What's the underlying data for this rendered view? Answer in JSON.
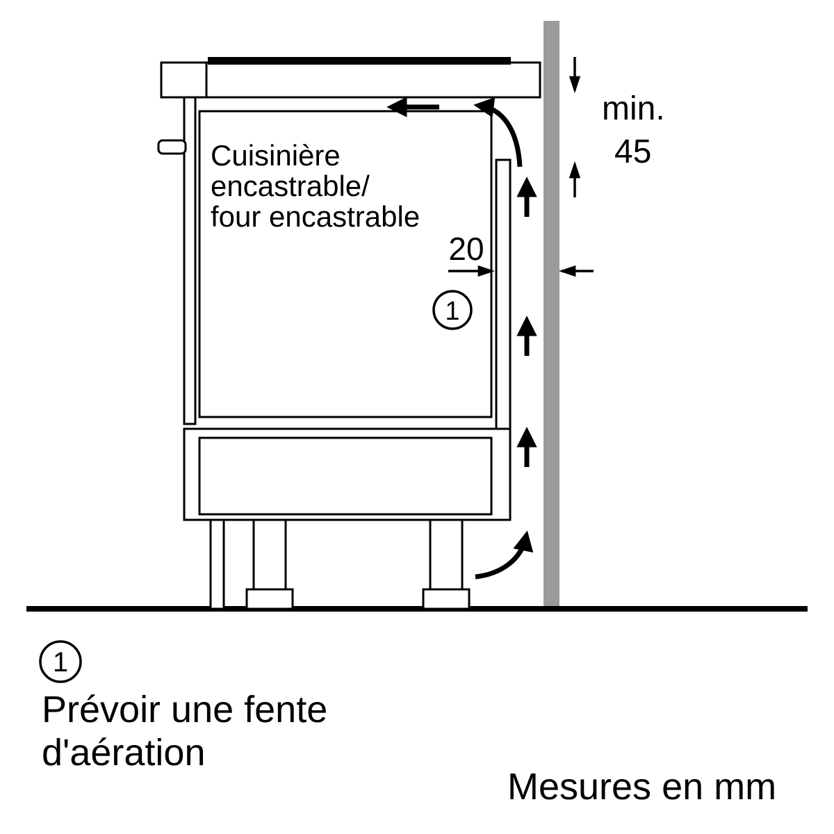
{
  "diagram": {
    "appliance_label": {
      "line1": "Cuisinière",
      "line2": "encastrable/",
      "line3": "four encastrable"
    },
    "dimensions": {
      "min_label": "min.",
      "min_value": "45",
      "gap_value": "20"
    },
    "callout": {
      "number": "1"
    }
  },
  "legend": {
    "callout_number": "1",
    "note_line1": "Prévoir une fente",
    "note_line2": "d'aération"
  },
  "footer": {
    "units_note": "Mesures en mm"
  },
  "colors": {
    "background": "#ffffff",
    "line": "#000000",
    "wall": "#9b9b9b",
    "appliance_fill": "#ebebeb"
  }
}
